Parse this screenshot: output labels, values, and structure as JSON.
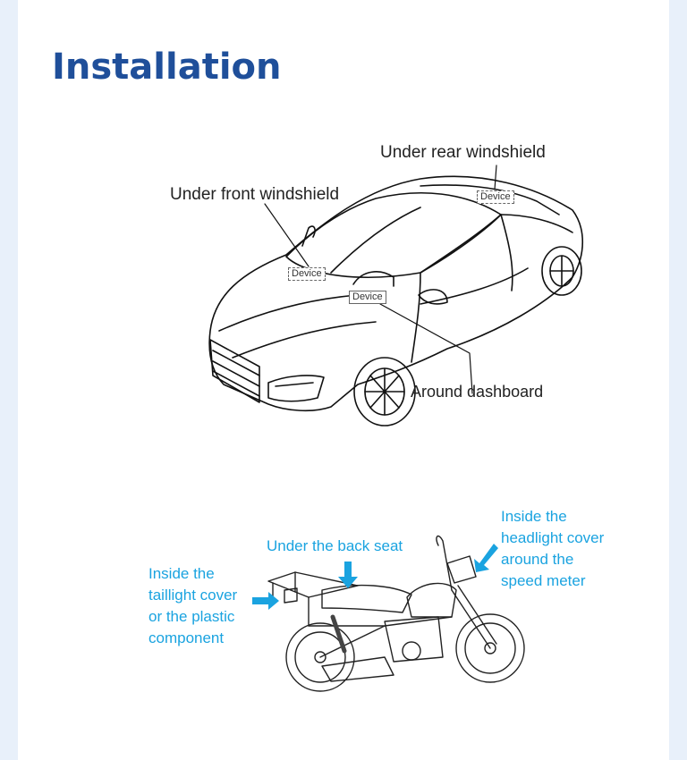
{
  "title": "Installation",
  "car": {
    "labels": {
      "rear": "Under rear windshield",
      "front": "Under front windshield",
      "dashboard": "Around dashboard"
    },
    "device_tag": "Device"
  },
  "motorcycle": {
    "labels": {
      "back_seat": "Under the back seat",
      "taillight": [
        "Inside the",
        "taillight cover",
        "or the plastic",
        "component"
      ],
      "headlight": [
        "Inside the",
        "headlight cover",
        "around the",
        "speed meter"
      ]
    }
  },
  "colors": {
    "title": "#1f4f9a",
    "accent": "#1aa3e0",
    "page_background": "#e8f0fa"
  }
}
